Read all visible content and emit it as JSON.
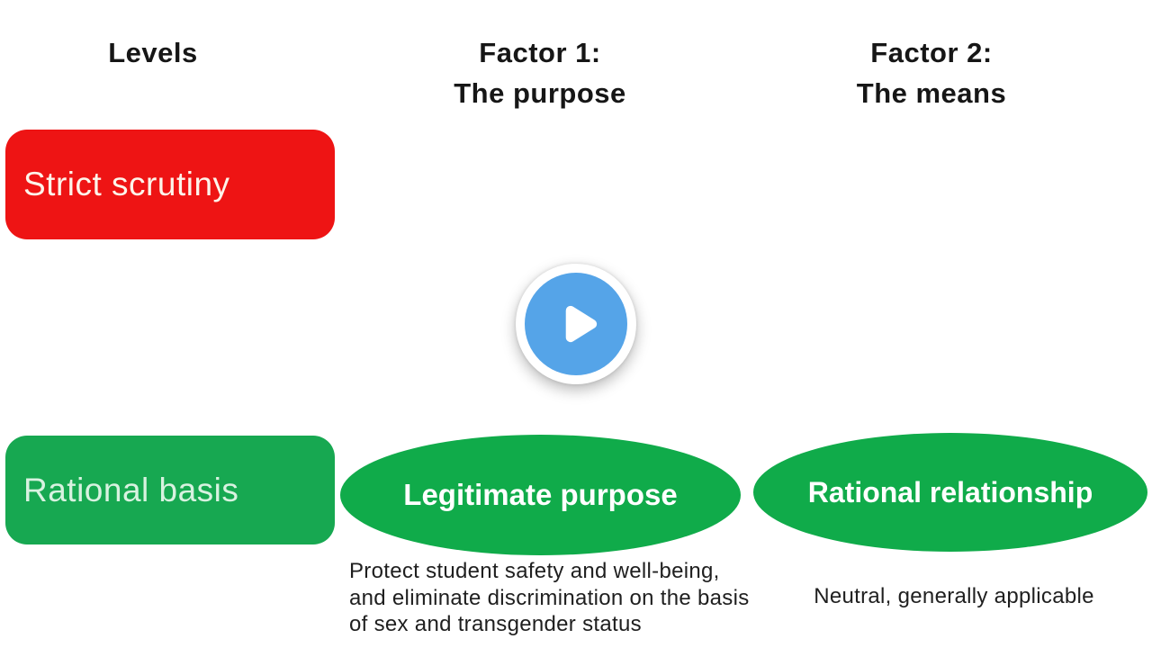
{
  "slide": {
    "headers": {
      "levels": "Levels",
      "factor1": [
        "Factor 1:",
        "The purpose"
      ],
      "factor2": [
        "Factor 2:",
        "The means"
      ]
    },
    "levels": {
      "strict_scrutiny": "Strict scrutiny",
      "rational_basis": "Rational basis"
    },
    "rational_basis_row": {
      "factor1_title": "Legitimate purpose",
      "factor1_detail": "Protect student safety and well-being, and eliminate discrimination on the basis of sex and transgender status",
      "factor2_title": "Rational relationship",
      "factor2_detail": "Neutral, generally applicable"
    }
  },
  "player": {
    "icon": "play-icon"
  },
  "colors": {
    "red": "#EE1414",
    "green_box": "#17A851",
    "green_ellipse": "#10AB4A",
    "blue_play": "#55A4E8",
    "box_text_cream": "#FDF4EA",
    "box_text_mint": "#D8F2E0",
    "heading_text": "#161616",
    "body_text": "#1F1F1F",
    "white": "#FFFFFF"
  }
}
